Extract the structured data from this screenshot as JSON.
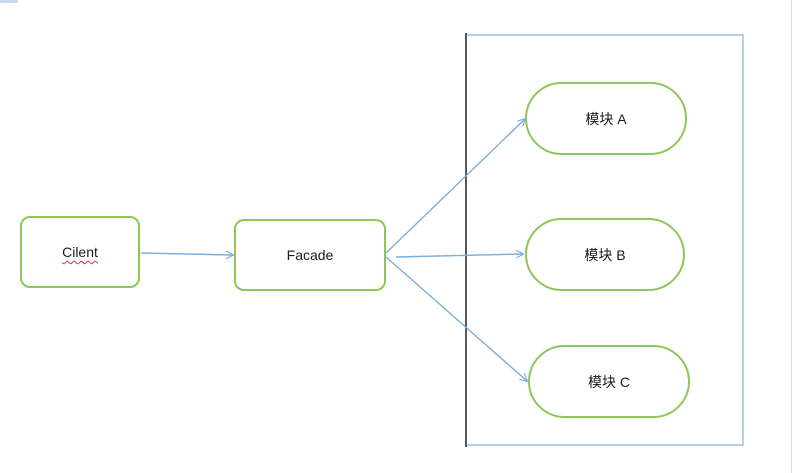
{
  "diagram": {
    "nodes": {
      "client": {
        "label": "Cilent"
      },
      "facade": {
        "label": "Facade"
      },
      "module_a": {
        "label": "模块 A"
      },
      "module_b": {
        "label": "模块 B"
      },
      "module_c": {
        "label": "模块 C"
      }
    },
    "edges": [
      {
        "from": "client",
        "to": "facade"
      },
      {
        "from": "facade",
        "to": "module_a"
      },
      {
        "from": "facade",
        "to": "module_b"
      },
      {
        "from": "facade",
        "to": "module_c"
      }
    ],
    "colors": {
      "node_border": "#8dc65a",
      "arrow": "#7aaedc",
      "container_border": "#6f9fd8",
      "container_left_edge": "#222222"
    }
  }
}
